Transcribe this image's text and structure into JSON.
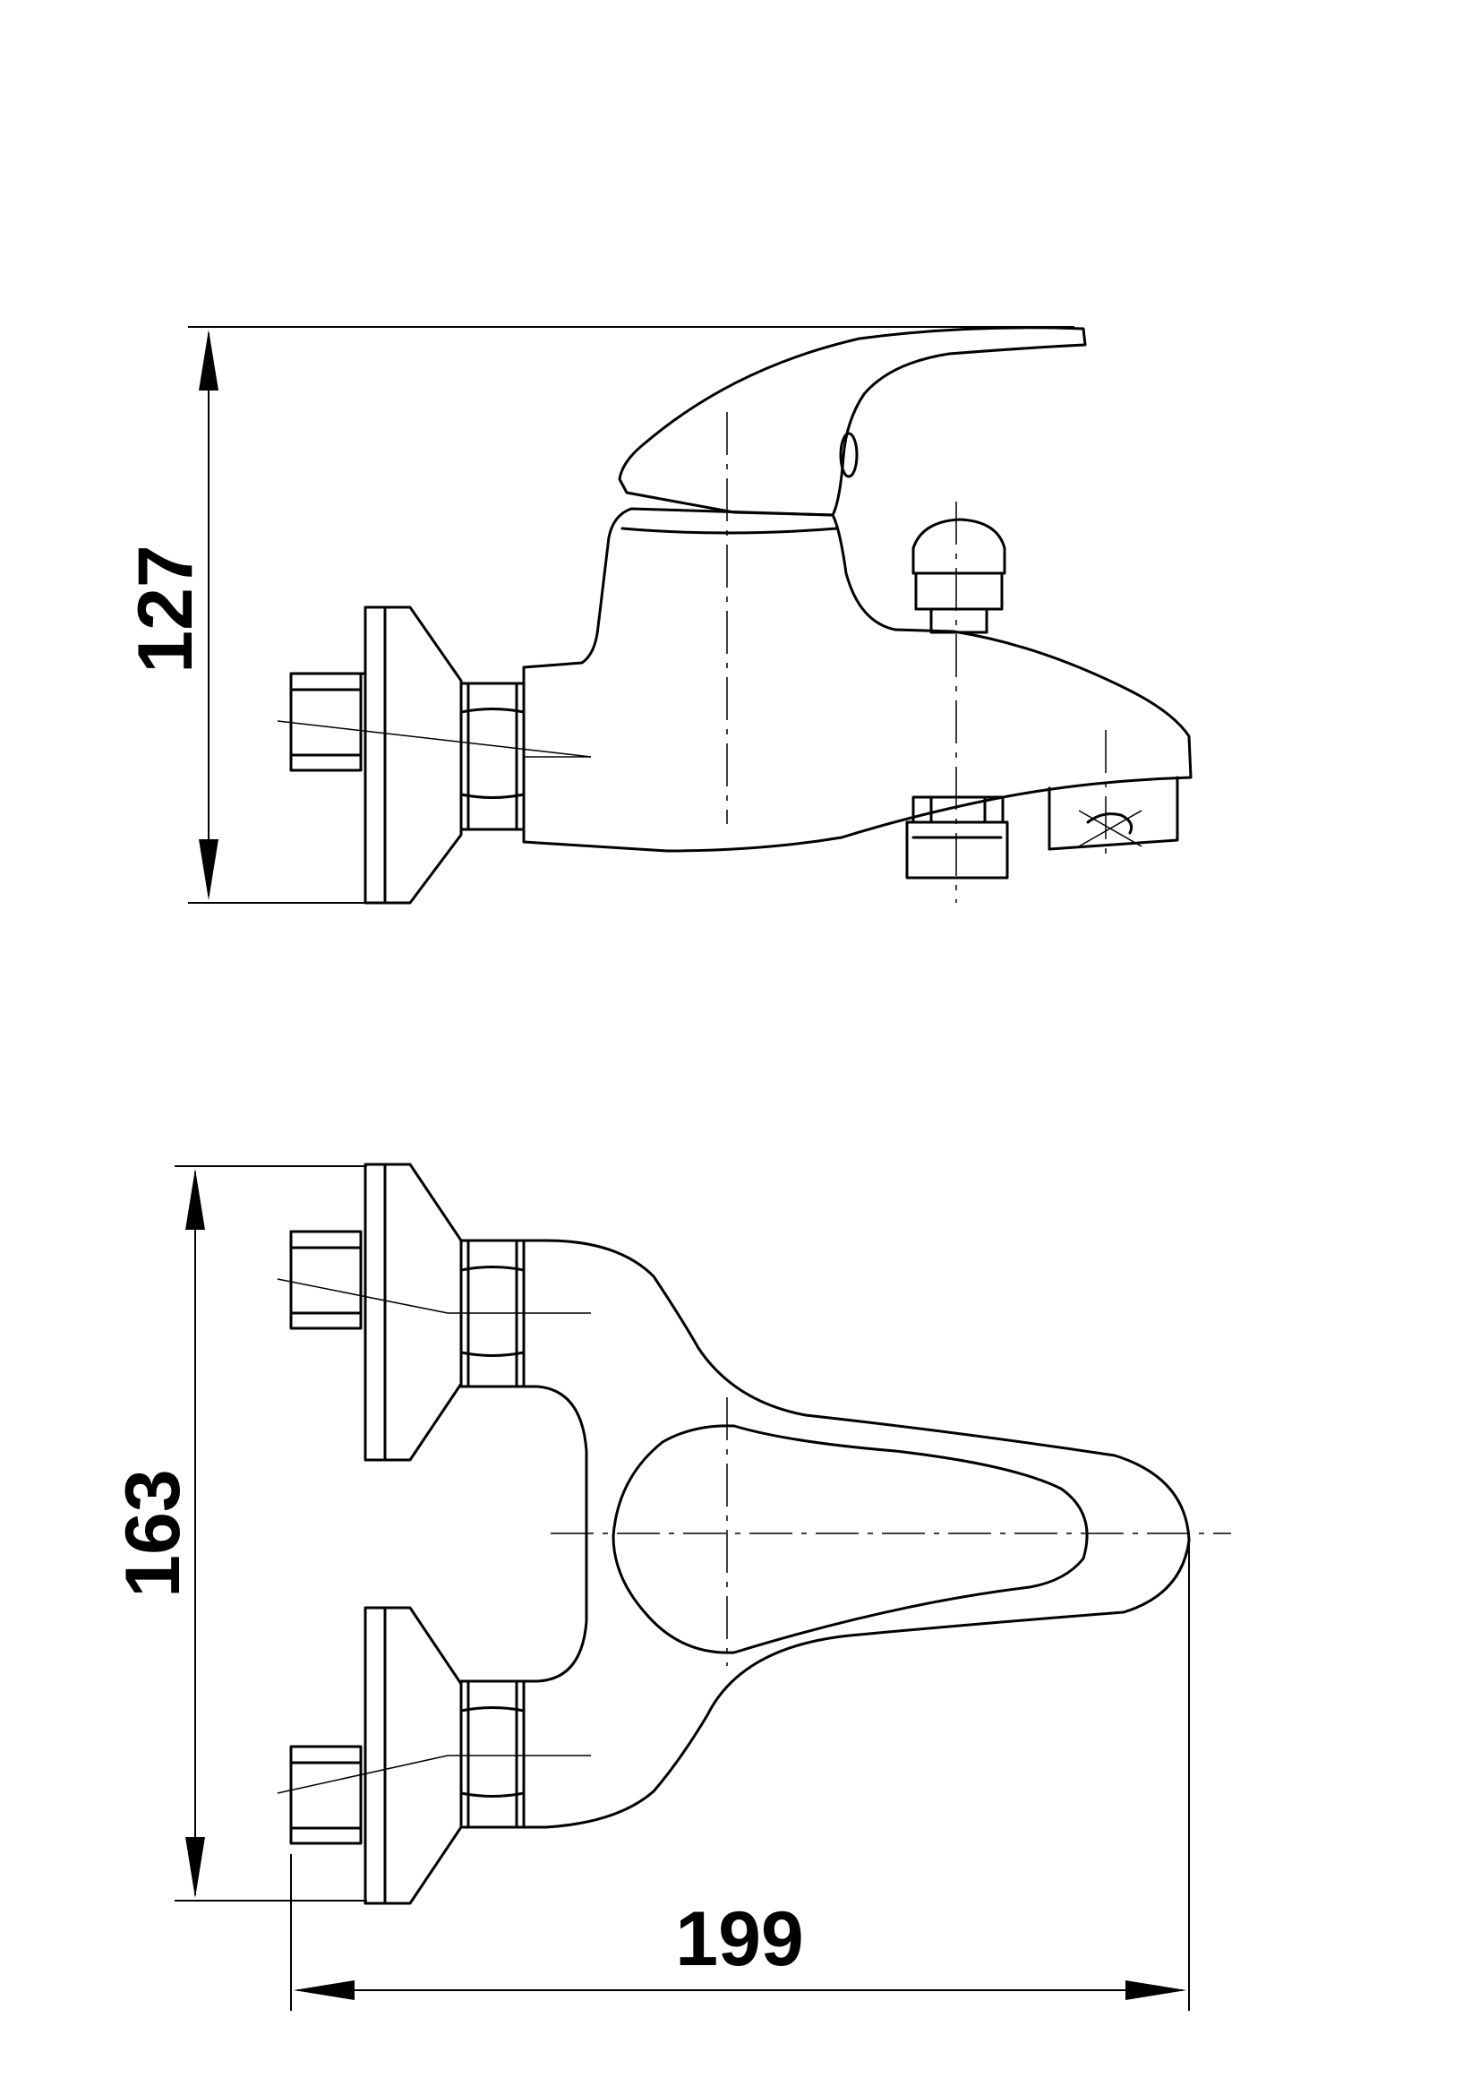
{
  "dimensions": {
    "height_side_view": "127",
    "height_top_view": "163",
    "width_top_view": "199"
  }
}
